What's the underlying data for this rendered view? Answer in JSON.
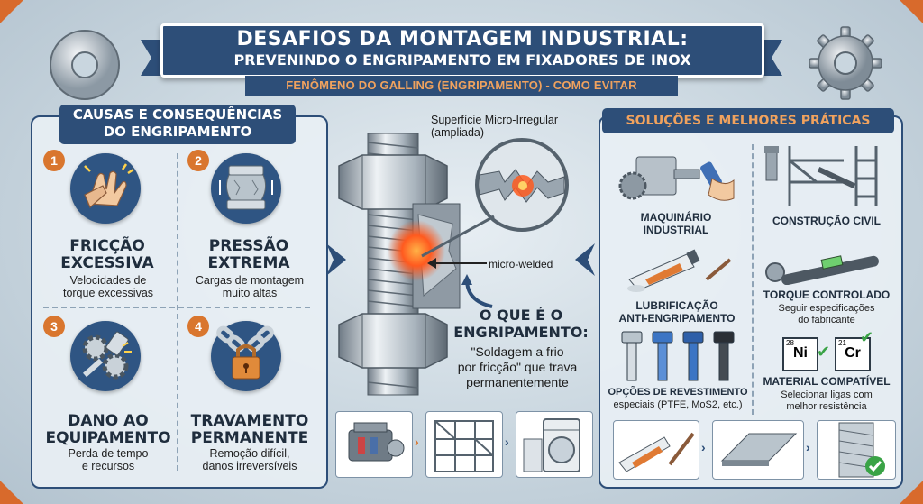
{
  "title": {
    "line1": "DESAFIOS DA MONTAGEM INDUSTRIAL:",
    "line2": "PREVENINDO O ENGRIPAMENTO EM FIXADORES DE INOX",
    "subtitle": "FENÔMENO DO GALLING (ENGRIPAMENTO) - COMO EVITAR"
  },
  "causes": {
    "heading_line1": "CAUSAS E CONSEQUÊNCIAS",
    "heading_line2": "DO ENGRIPAMENTO",
    "items": [
      {
        "number": "1",
        "title_line1": "FRICÇÃO",
        "title_line2": "EXCESSIVA",
        "desc_line1": "Velocidades de",
        "desc_line2": "torque excessivas",
        "icon": "hands-friction-icon"
      },
      {
        "number": "2",
        "title_line1": "PRESSÃO",
        "title_line2": "EXTREMA",
        "desc_line1": "Cargas de montagem",
        "desc_line2": "muito altas",
        "icon": "crushed-block-icon"
      },
      {
        "number": "3",
        "title_line1": "DANO AO",
        "title_line2": "EQUIPAMENTO",
        "desc_line1": "Perda de tempo",
        "desc_line2": "e recursos",
        "icon": "broken-gear-icon"
      },
      {
        "number": "4",
        "title_line1": "TRAVAMENTO",
        "title_line2": "PERMANENTE",
        "desc_line1": "Remoção difícil,",
        "desc_line2": "danos irreversíveis",
        "icon": "chain-padlock-icon"
      }
    ]
  },
  "center": {
    "surface_label_line1": "Superfície Micro-Irregular",
    "surface_label_line2": "(ampliada)",
    "micro_welded_label": "micro-welded",
    "question_line1": "O QUE É O",
    "question_line2": "ENGRIPAMENTO:",
    "answer_line1": "\"Soldagem a frio",
    "answer_line2": "por fricção\" que trava",
    "answer_line3": "permanentemente"
  },
  "solutions": {
    "heading": "SOLUÇÕES E MELHORES PRÁTICAS",
    "items": [
      {
        "title_line1": "MAQUINÁRIO",
        "title_line2": "INDUSTRIAL",
        "desc_line1": "",
        "desc_line2": "",
        "icon": "machine-spray-icon"
      },
      {
        "title_line1": "CONSTRUÇÃO CIVIL",
        "title_line2": "",
        "desc_line1": "",
        "desc_line2": "",
        "icon": "steel-frame-icon"
      },
      {
        "title_line1": "LUBRIFICAÇÃO",
        "title_line2": "ANTI-ENGRIPAMENTO",
        "desc_line1": "",
        "desc_line2": "",
        "icon": "lubricant-tube-icon"
      },
      {
        "title_line1": "TORQUE CONTROLADO",
        "title_line2": "",
        "desc_line1": "Seguir especificações",
        "desc_line2": "do fabricante",
        "icon": "torque-wrench-icon"
      },
      {
        "title_line1": "OPÇÕES DE REVESTIMENTO",
        "title_line2": "",
        "desc_line1": "especiais (PTFE, MoS2, etc.)",
        "desc_line2": "",
        "icon": "coated-bolts-icon"
      },
      {
        "title_line1": "MATERIAL COMPATÍVEL",
        "title_line2": "",
        "desc_line1": "Selecionar ligas com",
        "desc_line2": "melhor resistência",
        "icon": "element-tiles-icon"
      }
    ],
    "element1_number": "28",
    "element1_symbol": "Ni",
    "element2_number": "21",
    "element2_symbol": "Cr"
  },
  "colors": {
    "navy": "#2d4e78",
    "orange": "#d9762e",
    "hot": "#ff5a1f"
  }
}
